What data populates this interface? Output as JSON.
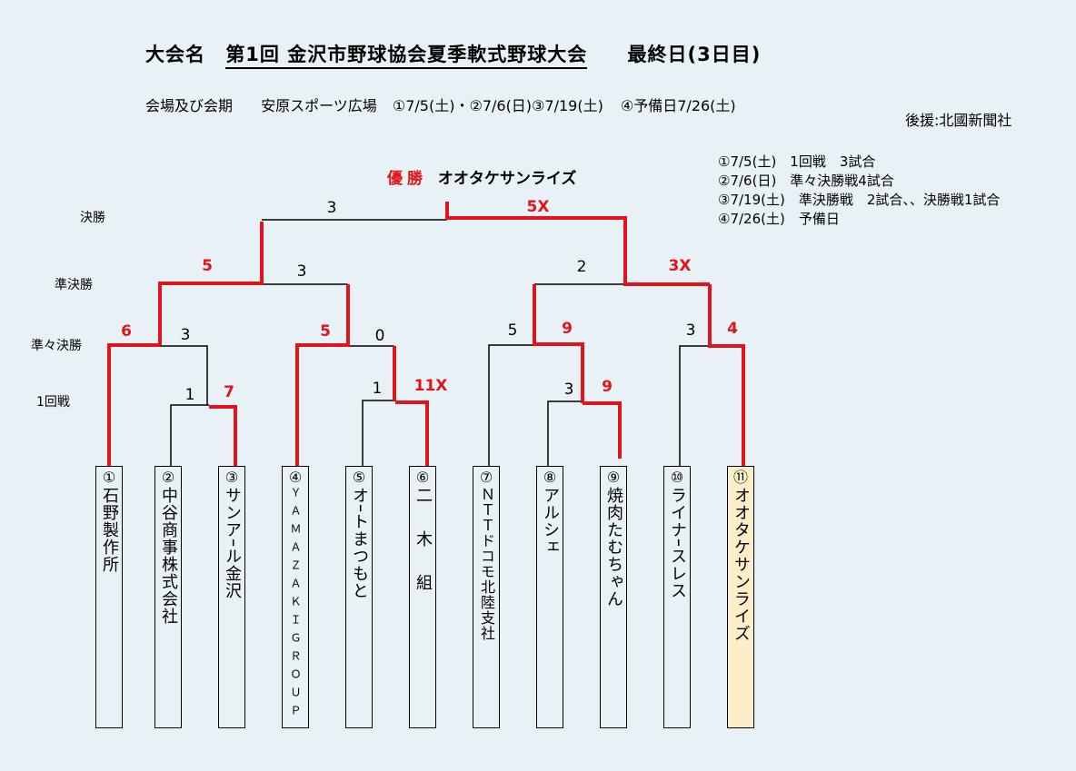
{
  "title": {
    "label": "大会名",
    "name": "第1回 金沢市野球協会夏季軟式野球大会",
    "day": "最終日(3日目)"
  },
  "venue": {
    "label": "会場及び会期",
    "place": "安原スポーツ広場",
    "dates": "①7/5(土)・②7/6(日)③7/19(土)",
    "reserve": "④予備日7/26(土)"
  },
  "sponsor": "後援:北國新聞社",
  "schedule": [
    "①7/5(土)　1回戦　3試合",
    "②7/6(日)　準々決勝戦4試合",
    "③7/19(土)　準決勝戦　2試合、、決勝戦1試合",
    "④7/26(土)　予備日"
  ],
  "champion": {
    "label": "優勝",
    "team": "オオタケサンライズ"
  },
  "rounds": {
    "final": "決勝",
    "semi": "準決勝",
    "quarter": "準々決勝",
    "first": "1回戦"
  },
  "scores": {
    "final_left": "3",
    "final_right": "5X",
    "sf1_left": "5",
    "sf1_right": "3",
    "sf2_left": "2",
    "sf2_right": "3X",
    "qf1_left": "6",
    "qf1_right": "3",
    "qf2_left": "5",
    "qf2_right": "0",
    "qf3_left": "5",
    "qf3_right": "9",
    "qf4_left": "3",
    "qf4_right": "4",
    "r1a_left": "1",
    "r1a_right": "7",
    "r1b_left": "1",
    "r1b_right": "11X",
    "r1c_left": "3",
    "r1c_right": "9"
  },
  "teams": [
    {
      "num": "①",
      "name": "石野製作所"
    },
    {
      "num": "②",
      "name": "中谷商事株式会社"
    },
    {
      "num": "③",
      "name": "サンアｰル金沢"
    },
    {
      "num": "④",
      "name": "ＹＡＭＡＺＡＫＩＧＲＯＵＰ"
    },
    {
      "num": "⑤",
      "name": "オｰトまつもと"
    },
    {
      "num": "⑥",
      "name": "二　木　組"
    },
    {
      "num": "⑦",
      "name": "ＮＴＴドコモ北陸支社"
    },
    {
      "num": "⑧",
      "name": "アルシェ"
    },
    {
      "num": "⑨",
      "name": "焼肉たむちゃん"
    },
    {
      "num": "⑩",
      "name": "ライナｰスレス"
    },
    {
      "num": "⑪",
      "name": "オオタケサンライズ"
    }
  ],
  "colors": {
    "win_line": "#e0141a",
    "lose_line": "#000000",
    "champion_box": "#fbeec8",
    "background": "#e8f1f5"
  }
}
